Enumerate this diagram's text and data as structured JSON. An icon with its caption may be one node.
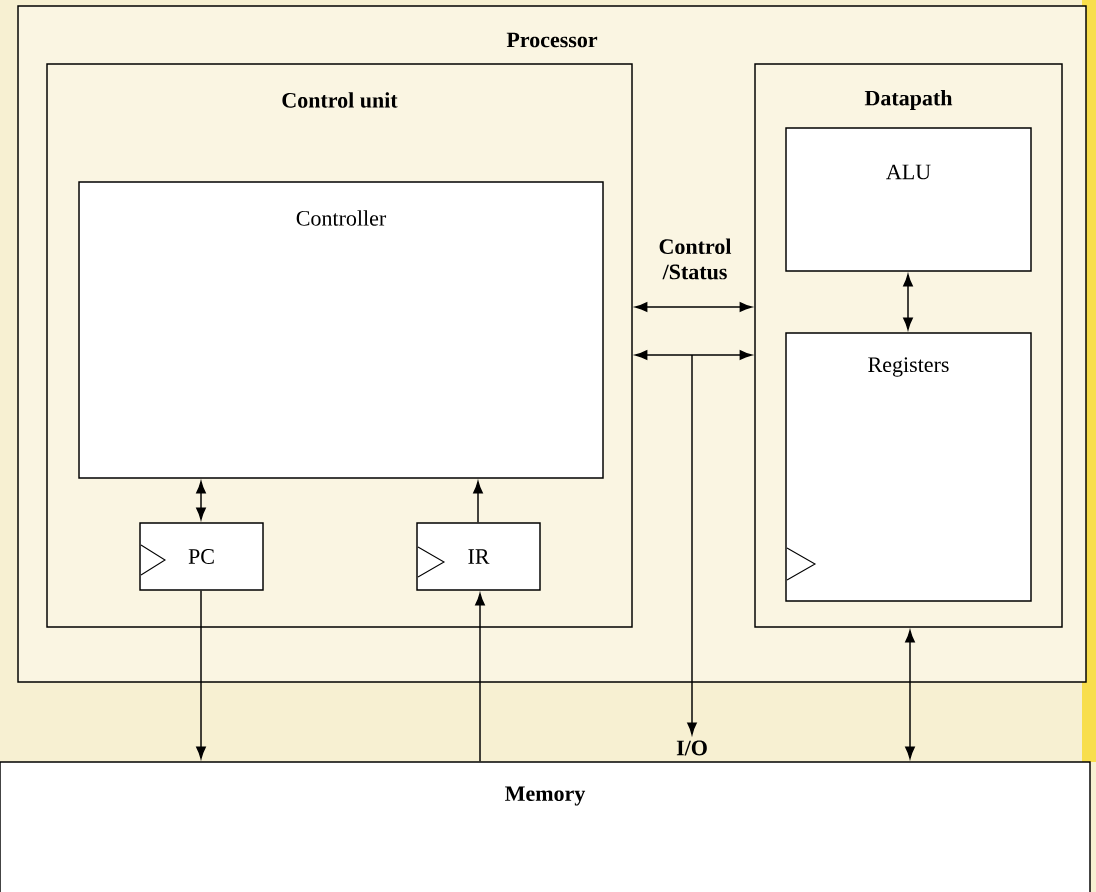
{
  "diagram": {
    "nodes": [
      {
        "text": [
          "Processor"
        ]
      },
      {
        "text": [
          "Control unit"
        ],
        "in": 0
      },
      {
        "text": [
          "Datapath"
        ],
        "in": 0
      },
      {
        "text": [
          "Controller"
        ],
        "in": 1
      },
      {
        "text": [
          "PC"
        ],
        "in": 1
      },
      {
        "text": [
          "IR"
        ],
        "in": 1
      },
      {
        "text": [
          "ALU"
        ],
        "in": 2
      },
      {
        "text": [
          "Registers"
        ],
        "in": 2
      },
      {
        "text": [
          "I/O"
        ]
      },
      {
        "text": [
          "Memory"
        ]
      }
    ],
    "edges": [
      {
        "from": 3,
        "to": 4,
        "arrow": "both"
      },
      {
        "from": 5,
        "to": 3,
        "arrow": "to"
      },
      {
        "from": 4,
        "to": 9,
        "arrow": "to"
      },
      {
        "from": 9,
        "to": 5,
        "arrow": "to"
      },
      {
        "from": 6,
        "to": 7,
        "arrow": "both"
      },
      {
        "from": 1,
        "to": 2,
        "arrow": "both",
        "label": "Control /Status"
      },
      {
        "from": 1,
        "to": 2,
        "arrow": "both"
      },
      {
        "from": null,
        "to": 8,
        "arrow": "to"
      },
      {
        "from": 2,
        "to": 9,
        "arrow": "both"
      }
    ]
  }
}
